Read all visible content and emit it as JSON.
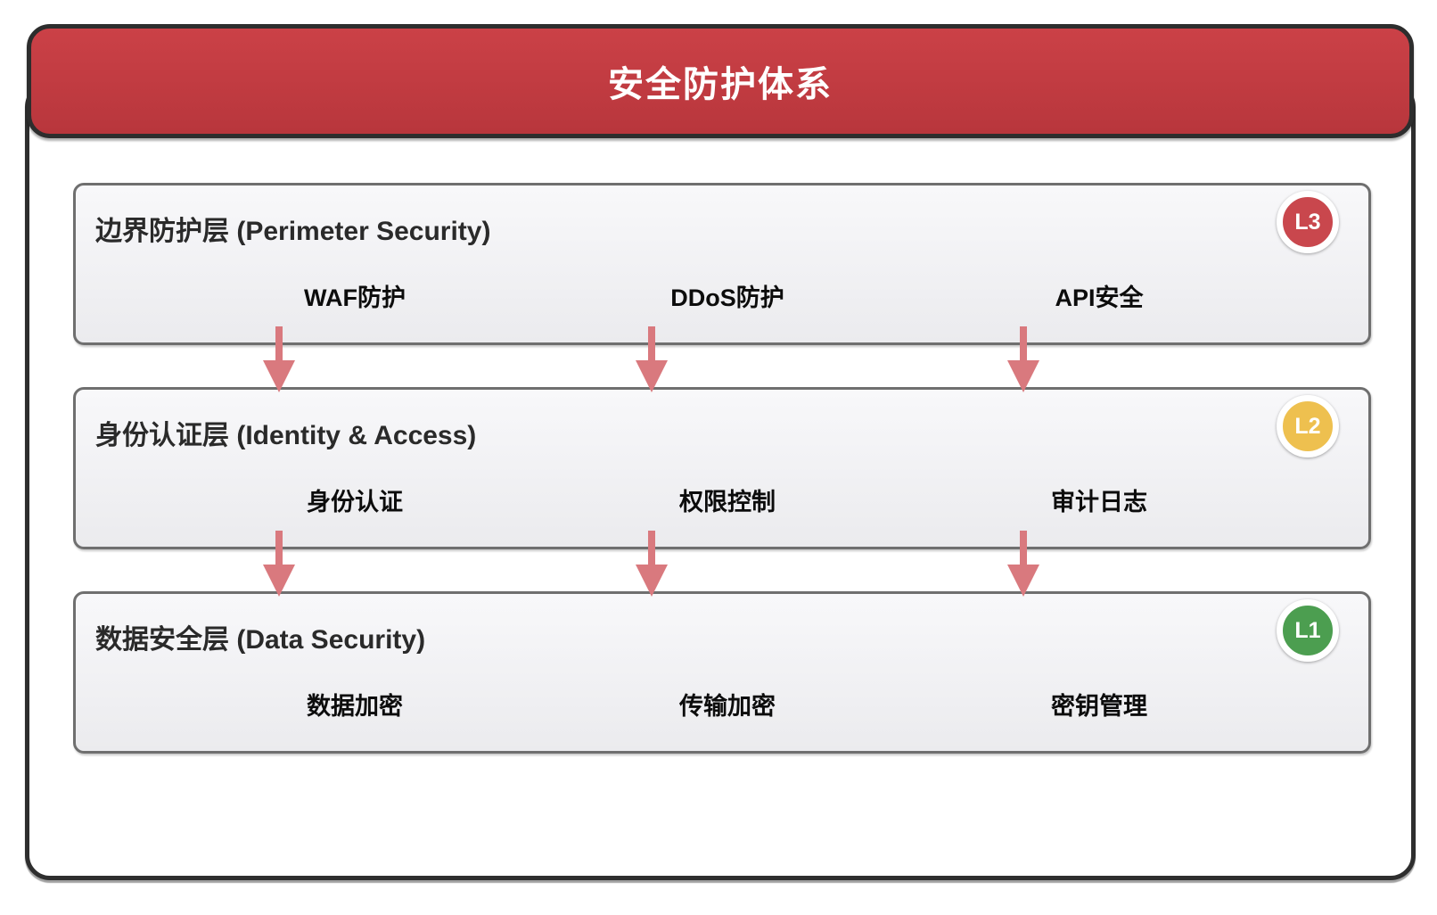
{
  "header": {
    "title": "安全防护体系"
  },
  "colors": {
    "header_bg": "#c13c42",
    "frame_border": "#2e2e2e",
    "layer_border": "#6f6f6f",
    "arrow": "#d9797e",
    "level3_red": "#c9474d",
    "level2_amber": "#eec04f",
    "level1_green": "#4c9e50"
  },
  "layers": [
    {
      "title": "边界防护层 (Perimeter Security)",
      "badge": "L3",
      "badge_color": "#c9474d",
      "items": [
        "WAF防护",
        "DDoS防护",
        "API安全"
      ]
    },
    {
      "title": "身份认证层 (Identity & Access)",
      "badge": "L2",
      "badge_color": "#eec04f",
      "items": [
        "身份认证",
        "权限控制",
        "审计日志"
      ]
    },
    {
      "title": "数据安全层 (Data Security)",
      "badge": "L1",
      "badge_color": "#4c9e50",
      "items": [
        "数据加密",
        "传输加密",
        "密钥管理"
      ]
    }
  ]
}
